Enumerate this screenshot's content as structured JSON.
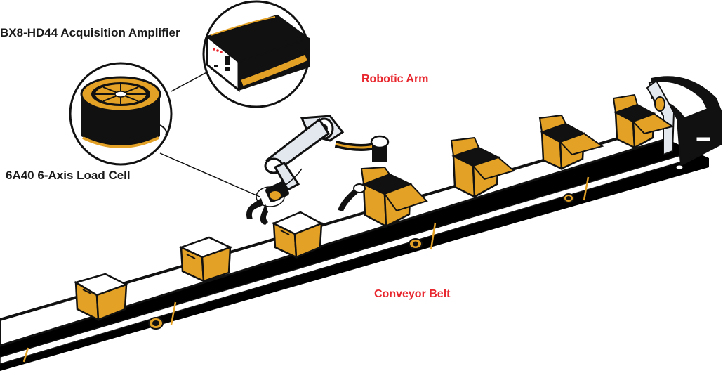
{
  "labels": {
    "amplifier": "BX8-HD44 Acquisition Amplifier",
    "load_cell": "6A40 6-Axis Load Cell",
    "robotic_arm": "Robotic Arm",
    "conveyor_belt": "Conveyor Belt"
  },
  "colors": {
    "label_dark": "#1a1a1a",
    "label_accent": "#e8262d",
    "box_fill": "#e3a125",
    "box_top": "#ffffff",
    "outline": "#111111",
    "belt_dark": "#000000"
  },
  "icons": [
    "amplifier-icon",
    "load-cell-icon",
    "robotic-arm-icon",
    "conveyor-belt-icon",
    "box-icon"
  ]
}
